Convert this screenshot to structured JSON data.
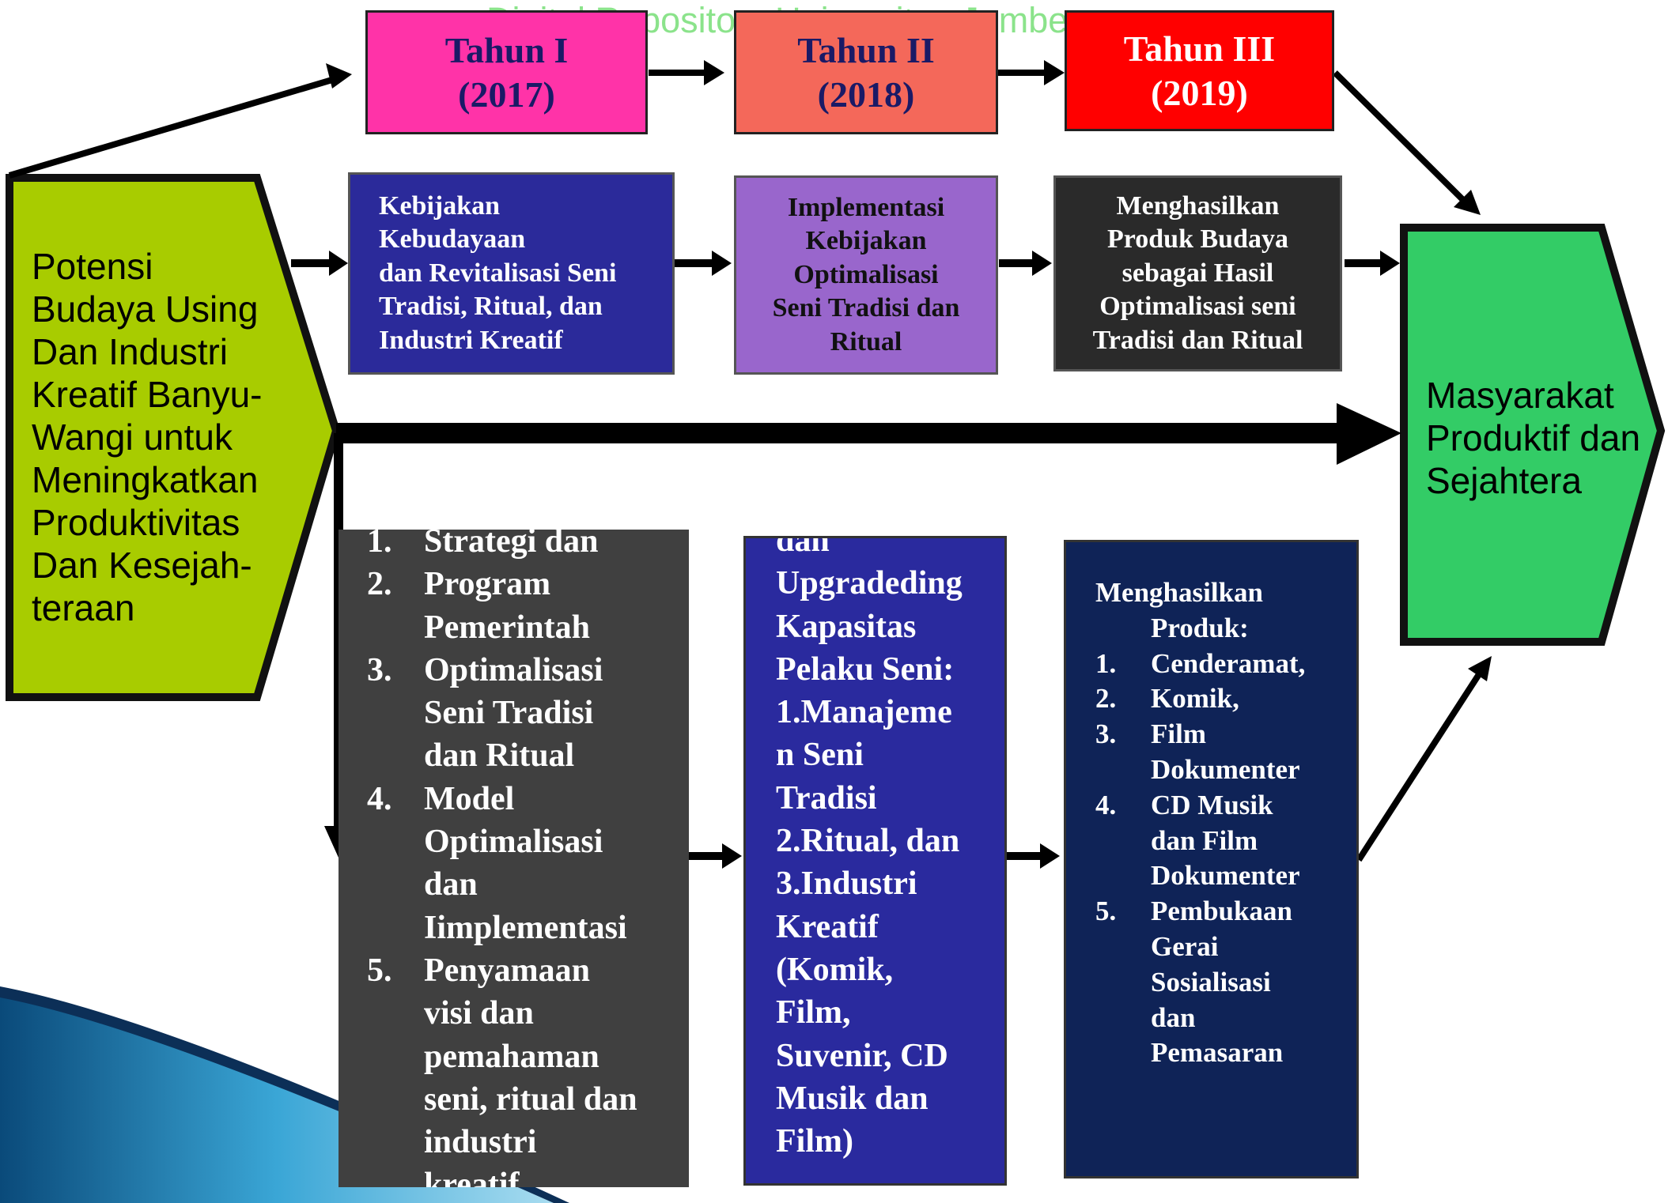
{
  "watermark": "Digital Repository Universitas Jember",
  "years": [
    {
      "line1": "Tahun I",
      "line2": "(2017)"
    },
    {
      "line1": "Tahun II",
      "line2": "(2018)"
    },
    {
      "line1": "Tahun III",
      "line2": "(2019)"
    }
  ],
  "middle_row": [
    {
      "lines": [
        "Kebijakan",
        "Kebudayaan",
        "dan Revitalisasi  Seni",
        "Tradisi, Ritual, dan",
        "Industri Kreatif"
      ]
    },
    {
      "lines": [
        "Implementasi",
        "Kebijakan",
        "Optimalisasi",
        "Seni Tradisi dan",
        "Ritual"
      ]
    },
    {
      "lines": [
        "Menghasilkan",
        "Produk Budaya",
        "sebagai Hasil",
        "Optimalisasi seni",
        "Tradisi dan Ritual"
      ]
    }
  ],
  "left_block": {
    "lines": [
      "Potensi",
      "Budaya Using",
      "Dan Industri",
      "Kreatif Banyu-",
      "Wangi untuk",
      "Meningkatkan",
      "Produktivitas",
      "Dan Kesejah-",
      "teraan"
    ]
  },
  "right_block": {
    "lines": [
      "Masyarakat",
      "Produktif dan",
      "Sejahtera"
    ]
  },
  "bottom_col1": {
    "items": [
      {
        "num": "1.",
        "lines": [
          "Strategi dan"
        ]
      },
      {
        "num": "2.",
        "lines": [
          "Program",
          "Pemerintah"
        ]
      },
      {
        "num": "3.",
        "lines": [
          "Optimalisasi",
          "Seni Tradisi",
          "dan Ritual"
        ]
      },
      {
        "num": "4.",
        "lines": [
          "Model",
          "Optimalisasi",
          "dan",
          "Iimplementasi"
        ]
      },
      {
        "num": "5.",
        "lines": [
          "Penyamaan",
          "visi dan",
          "pemahaman",
          "seni, ritual dan",
          "industri",
          "kreatif."
        ]
      }
    ]
  },
  "bottom_col2": {
    "lines": [
      "dan",
      "Upgradeding",
      "Kapasitas",
      "Pelaku Seni:",
      "1.Manajeme",
      "n Seni",
      "Tradisi",
      "2.Ritual, dan",
      "3.Industri",
      "Kreatif",
      "(Komik,",
      "Film,",
      "Suvenir, CD",
      "Musik dan",
      "Film)"
    ]
  },
  "bottom_col3": {
    "heading": "Menghasilkan",
    "subheading": "Produk:",
    "items": [
      {
        "num": "1.",
        "lines": [
          "Cenderamat,"
        ]
      },
      {
        "num": "2.",
        "lines": [
          "Komik,"
        ]
      },
      {
        "num": "3.",
        "lines": [
          "Film",
          "Dokumenter"
        ]
      },
      {
        "num": "4.",
        "lines": [
          "CD Musik",
          "dan Film",
          "Dokumenter"
        ]
      },
      {
        "num": "5.",
        "lines": [
          "Pembukaan",
          "Gerai",
          "Sosialisasi",
          "dan",
          "Pemasaran"
        ]
      }
    ]
  },
  "colors": {
    "year1": "#ff33a8",
    "year2": "#f4685a",
    "year3": "#ff0000",
    "mid1": "#2b2a9a",
    "mid2": "#9966cc",
    "mid3": "#2a2a2a",
    "left": "#a8cc00",
    "right": "#33cc66",
    "col1": "#404040",
    "col2": "#2a2a9e",
    "col3": "#0f2357",
    "year_text_dark": "#1a1a66",
    "year_text_light": "#ffffff"
  }
}
